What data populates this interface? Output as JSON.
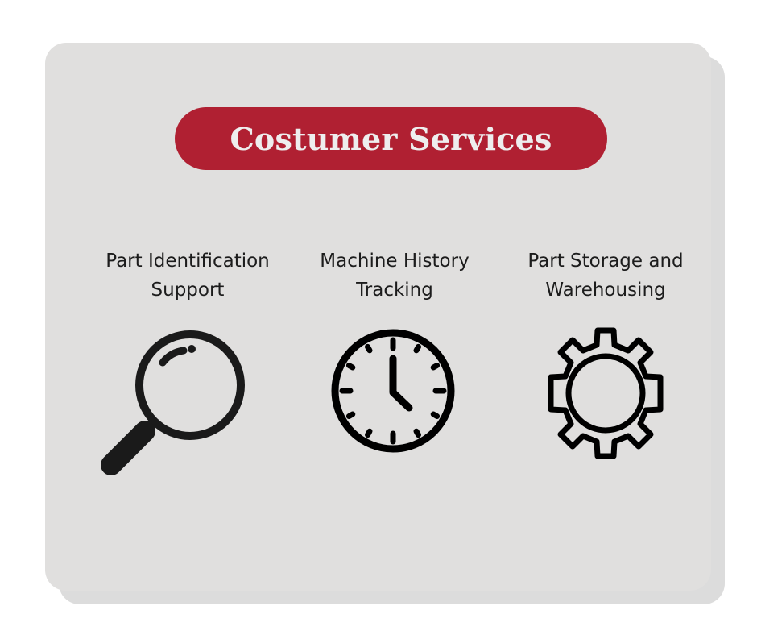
{
  "title": "Costumer Services",
  "colors": {
    "accent": "#b02032",
    "card_background": "#e0dfde",
    "icon": "#1a1a1a"
  },
  "services": [
    {
      "label": "Part Identification\nSupport",
      "icon": "magnifying-glass-icon"
    },
    {
      "label": "Machine History\nTracking",
      "icon": "clock-icon"
    },
    {
      "label": "Part Storage and\nWarehousing",
      "icon": "gear-icon"
    }
  ]
}
